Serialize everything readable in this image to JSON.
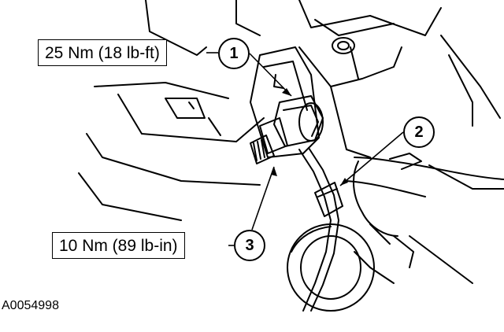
{
  "labels": {
    "torque_1": "25 Nm (18 lb-ft)",
    "torque_2": "10 Nm (89 lb-in)",
    "callout_1": "1",
    "callout_2": "2",
    "callout_3": "3",
    "figure_id": "A0054998"
  }
}
